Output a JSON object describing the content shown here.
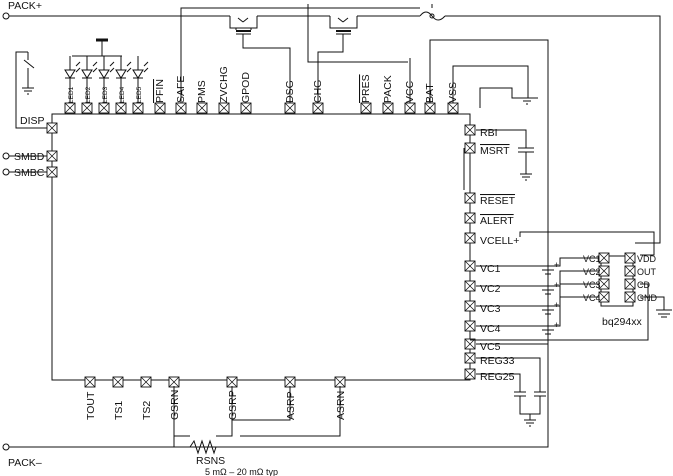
{
  "nets": {
    "pack_plus": "PACK+",
    "pack_minus": "PACK–"
  },
  "sense": {
    "name": "RSNS",
    "value": "5 mΩ – 20 mΩ typ"
  },
  "top_pins": [
    {
      "id": "led1",
      "label": "LED1"
    },
    {
      "id": "led2",
      "label": "LED2"
    },
    {
      "id": "led3",
      "label": "LED3"
    },
    {
      "id": "led4",
      "label": "LED4"
    },
    {
      "id": "led5",
      "label": "LED5"
    },
    {
      "id": "pfin",
      "label": "PFIN"
    },
    {
      "id": "safe",
      "label": "SAFE"
    },
    {
      "id": "pms",
      "label": "PMS"
    },
    {
      "id": "zvchg",
      "label": "ZVCHG"
    },
    {
      "id": "gpod",
      "label": "GPOD"
    },
    {
      "id": "dsg",
      "label": "DSG"
    },
    {
      "id": "chg",
      "label": "CHG"
    },
    {
      "id": "pres",
      "label": "PRES"
    },
    {
      "id": "pack",
      "label": "PACK"
    },
    {
      "id": "vcc",
      "label": "VCC"
    },
    {
      "id": "bat",
      "label": "BAT"
    },
    {
      "id": "vss",
      "label": "VSS"
    }
  ],
  "left_pins": [
    {
      "id": "disp",
      "label": "DISP"
    },
    {
      "id": "smbd",
      "label": "SMBD"
    },
    {
      "id": "smbc",
      "label": "SMBC"
    }
  ],
  "right_pins": [
    {
      "id": "rbi",
      "label": "RBI"
    },
    {
      "id": "msrt",
      "label": "MSRT"
    },
    {
      "id": "reset",
      "label": "RESET"
    },
    {
      "id": "alert",
      "label": "ALERT"
    },
    {
      "id": "vcell",
      "label": "VCELL+"
    },
    {
      "id": "vc1",
      "label": "VC1"
    },
    {
      "id": "vc2",
      "label": "VC2"
    },
    {
      "id": "vc3",
      "label": "VC3"
    },
    {
      "id": "vc4",
      "label": "VC4"
    },
    {
      "id": "vc5",
      "label": "VC5"
    },
    {
      "id": "reg33",
      "label": "REG33"
    },
    {
      "id": "reg25",
      "label": "REG25"
    }
  ],
  "bottom_pins": [
    {
      "id": "tout",
      "label": "TOUT"
    },
    {
      "id": "ts1",
      "label": "TS1"
    },
    {
      "id": "ts2",
      "label": "TS2"
    },
    {
      "id": "gsrn",
      "label": "GSRN"
    },
    {
      "id": "gsrp",
      "label": "GSRP"
    },
    {
      "id": "asrp",
      "label": "ASRP"
    },
    {
      "id": "asrn",
      "label": "ASRN"
    }
  ],
  "protector": {
    "name": "bq294xx",
    "left_pins": [
      "VC1",
      "VC2",
      "VC3",
      "VC4"
    ],
    "right_pins": [
      "VDD",
      "OUT",
      "CD",
      "GND"
    ]
  },
  "cell_plus": "+"
}
